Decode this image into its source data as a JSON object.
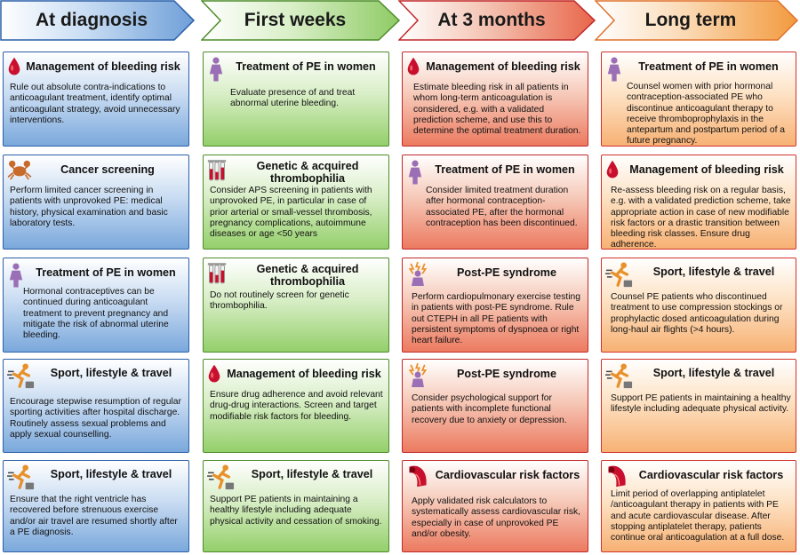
{
  "colors": {
    "blue": "#2a5fa8",
    "green": "#4d8c2a",
    "red": "#c0282a",
    "orange": "#e8852a"
  },
  "columns": [
    {
      "header": "At diagnosis",
      "cards": [
        {
          "icon": "blood-drop-icon",
          "title": "Management of bleeding risk",
          "body": "Rule out absolute contra-indications to anticoagulant treatment, identify optimal anticoagulant strategy, avoid unnecessary interventions."
        },
        {
          "icon": "crab-icon",
          "title": "Cancer screening",
          "body": "Perform limited cancer screening in patients with unprovoked PE: medical history, physical examination and basic laboratory tests."
        },
        {
          "icon": "woman-icon",
          "title": "Treatment of PE in women",
          "body": "Hormonal contraceptives can be continued during anticoagulant treatment to prevent pregnancy and mitigate the risk of abnormal uterine bleeding."
        },
        {
          "icon": "runner-icon",
          "title": "Sport, lifestyle & travel",
          "body": "Encourage stepwise resumption of regular sporting activities after hospital discharge. Routinely assess sexual problems and apply sexual counselling."
        },
        {
          "icon": "runner-icon",
          "title": "Sport, lifestyle & travel",
          "body": "Ensure that the right ventricle has recovered before strenuous exercise and/or air travel are resumed shortly after a PE diagnosis."
        }
      ]
    },
    {
      "header": "First weeks",
      "cards": [
        {
          "icon": "woman-icon",
          "title": "Treatment of PE in women",
          "body": "Evaluate presence of and treat abnormal uterine bleeding."
        },
        {
          "icon": "test-tubes-icon",
          "title": "Genetic & acquired thrombophilia",
          "body": "Consider APS screening in patients with unprovoked PE, in particular in case of prior arterial or small-vessel thrombosis, pregnancy complications, autoimmune diseases or age <50 years"
        },
        {
          "icon": "test-tubes-icon",
          "title": "Genetic & acquired thrombophilia",
          "body": "Do not routinely screen for genetic thrombophilia."
        },
        {
          "icon": "blood-drop-icon",
          "title": "Management of bleeding risk",
          "body": "Ensure drug adherence and avoid relevant drug-drug interactions. Screen and target modifiable risk factors for bleeding."
        },
        {
          "icon": "runner-icon",
          "title": "Sport, lifestyle & travel",
          "body": "Support PE patients in maintaining a healthy lifestyle including adequate physical activity and cessation of smoking."
        }
      ]
    },
    {
      "header": "At 3 months",
      "cards": [
        {
          "icon": "blood-drop-icon",
          "title": "Management of bleeding risk",
          "body": "Estimate bleeding risk in all patients in whom long-term anticoagulation is considered, e.g. with a validated prediction scheme, and use this to determine the optimal treatment duration."
        },
        {
          "icon": "woman-icon",
          "title": "Treatment of PE in women",
          "body": "Consider limited treatment duration after hormonal contraception-associated PE, after the hormonal contraception has been discontinued."
        },
        {
          "icon": "lightning-person-icon",
          "title": "Post-PE syndrome",
          "body": "Perform cardiopulmonary exercise testing in patients with post-PE syndrome. Rule out CTEPH in all PE patients with persistent symptoms of dyspnoea or right heart failure."
        },
        {
          "icon": "lightning-person-icon",
          "title": "Post-PE syndrome",
          "body": "Consider psychological support for patients with incomplete functional recovery due to anxiety or depression."
        },
        {
          "icon": "artery-icon",
          "title": "Cardiovascular risk factors",
          "body": "Apply validated risk calculators to systematically assess cardiovascular risk, especially in case of unprovoked PE and/or obesity."
        }
      ]
    },
    {
      "header": "Long term",
      "cards": [
        {
          "icon": "woman-icon",
          "title": "Treatment of PE in women",
          "body": "Counsel women with prior hormonal contraception-associated PE who discontinue anticoagulant therapy to receive thromboprophylaxis in the antepartum and postpartum period of a future pregnancy."
        },
        {
          "icon": "blood-drop-icon",
          "title": "Management of bleeding risk",
          "body": "Re-assess bleeding risk on a regular basis, e.g. with a validated prediction scheme, take appropriate action in case of new modifiable risk factors or a drastic transition between bleeding risk classes. Ensure drug adherence."
        },
        {
          "icon": "runner-icon",
          "title": "Sport, lifestyle & travel",
          "body": "Counsel PE patients who discontinued treatment to use compression stockings or prophylactic dosed anticoagulation during long-haul air flights (>4 hours)."
        },
        {
          "icon": "runner-icon",
          "title": "Sport, lifestyle & travel",
          "body": "Support PE patients in maintaining a healthy lifestyle including adequate physical activity."
        },
        {
          "icon": "artery-icon",
          "title": "Cardiovascular risk factors",
          "body": "Limit period of overlapping antiplatelet /anticoagulant therapy in patients with PE and acute cardiovascular disease. After stopping antiplatelet therapy, patients continue oral anticoagulation at a full dose."
        }
      ]
    }
  ]
}
